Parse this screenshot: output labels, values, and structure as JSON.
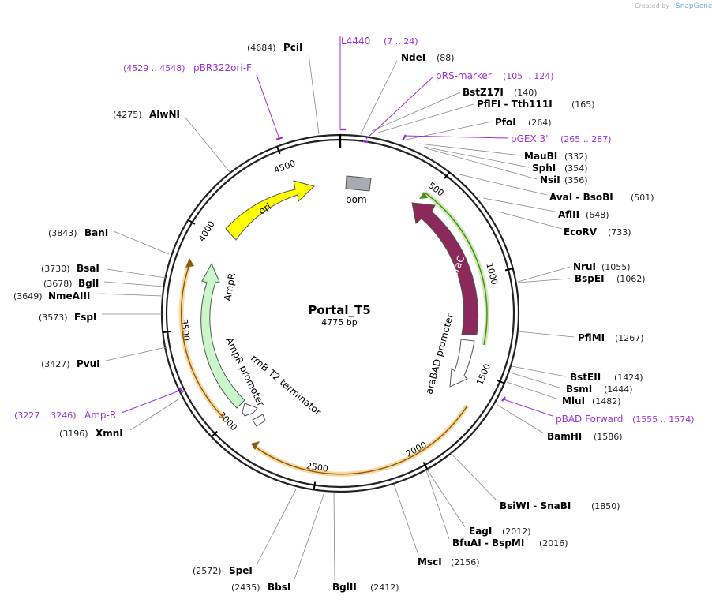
{
  "credit": {
    "text": "Created by",
    "brand": "SnapGene"
  },
  "plasmid": {
    "name": "Portal_T5",
    "length": 4775,
    "length_label": "4775 bp"
  },
  "ticks": [
    {
      "bp": 500,
      "label": "500"
    },
    {
      "bp": 1000,
      "label": "1000"
    },
    {
      "bp": 1500,
      "label": "1500"
    },
    {
      "bp": 2000,
      "label": "2000"
    },
    {
      "bp": 2500,
      "label": "2500"
    },
    {
      "bp": 3000,
      "label": "3000"
    },
    {
      "bp": 3500,
      "label": "3500"
    },
    {
      "bp": 4000,
      "label": "4000"
    },
    {
      "bp": 4500,
      "label": "4500"
    }
  ],
  "enzymes": [
    {
      "name": "PciI",
      "pos": "(4684)",
      "bp": 4684
    },
    {
      "name": "NdeI",
      "pos": "(88)",
      "bp": 88
    },
    {
      "name": "BstZ17I",
      "pos": "(140)",
      "bp": 140
    },
    {
      "name": "PflFI  -  Tth111I",
      "pos": "(165)",
      "bp": 165
    },
    {
      "name": "PfoI",
      "pos": "(264)",
      "bp": 264
    },
    {
      "name": "MauBI",
      "pos": "(332)",
      "bp": 332
    },
    {
      "name": "SphI",
      "pos": "(354)",
      "bp": 354
    },
    {
      "name": "NsiI",
      "pos": "(356)",
      "bp": 356
    },
    {
      "name": "AvaI  -  BsoBI",
      "pos": "(501)",
      "bp": 501
    },
    {
      "name": "AflII",
      "pos": "(648)",
      "bp": 648
    },
    {
      "name": "EcoRV",
      "pos": "(733)",
      "bp": 733
    },
    {
      "name": "NruI",
      "pos": "(1055)",
      "bp": 1055
    },
    {
      "name": "BspEI",
      "pos": "(1062)",
      "bp": 1062
    },
    {
      "name": "PflMI",
      "pos": "(1267)",
      "bp": 1267
    },
    {
      "name": "BstEII",
      "pos": "(1424)",
      "bp": 1424
    },
    {
      "name": "BsmI",
      "pos": "(1444)",
      "bp": 1444
    },
    {
      "name": "MluI",
      "pos": "(1482)",
      "bp": 1482
    },
    {
      "name": "BamHI",
      "pos": "(1586)",
      "bp": 1586
    },
    {
      "name": "BsiWI  -  SnaBI",
      "pos": "(1850)",
      "bp": 1850
    },
    {
      "name": "EagI",
      "pos": "(2012)",
      "bp": 2012
    },
    {
      "name": "BfuAI  -  BspMI",
      "pos": "(2016)",
      "bp": 2016
    },
    {
      "name": "MscI",
      "pos": "(2156)",
      "bp": 2156
    },
    {
      "name": "BglII",
      "pos": "(2412)",
      "bp": 2412
    },
    {
      "name": "BbsI",
      "pos": "(2435)",
      "bp": 2435
    },
    {
      "name": "SpeI",
      "pos": "(2572)",
      "bp": 2572
    },
    {
      "name": "XmnI",
      "pos": "(3196)",
      "bp": 3196
    },
    {
      "name": "PvuI",
      "pos": "(3427)",
      "bp": 3427
    },
    {
      "name": "FspI",
      "pos": "(3573)",
      "bp": 3573
    },
    {
      "name": "NmeAIII",
      "pos": "(3649)",
      "bp": 3649
    },
    {
      "name": "BglI",
      "pos": "(3678)",
      "bp": 3678
    },
    {
      "name": "BsaI",
      "pos": "(3730)",
      "bp": 3730
    },
    {
      "name": "BanI",
      "pos": "(3843)",
      "bp": 3843
    },
    {
      "name": "AlwNI",
      "pos": "(4275)",
      "bp": 4275
    }
  ],
  "primers": [
    {
      "name": "L4440",
      "range": "(7 .. 24)",
      "start": 7,
      "end": 24
    },
    {
      "name": "pRS-marker",
      "range": "(105 .. 124)",
      "start": 105,
      "end": 124
    },
    {
      "name": "pGEX 3'",
      "range": "(265 .. 287)",
      "start": 265,
      "end": 287
    },
    {
      "name": "pBAD Forward",
      "range": "(1555 .. 1574)",
      "start": 1555,
      "end": 1574
    },
    {
      "name": "Amp-R",
      "range": "(3227 .. 3246)",
      "start": 3227,
      "end": 3246
    },
    {
      "name": "pBR322ori-F",
      "range": "(4529 .. 4548)",
      "start": 4529,
      "end": 4548
    }
  ],
  "features": [
    {
      "name": "bom",
      "color": "#a9abb0",
      "type": "box"
    },
    {
      "name": "ori",
      "color": "#ffff00",
      "type": "arrow"
    },
    {
      "name": "araC",
      "color": "#8b2a5a",
      "type": "arrow"
    },
    {
      "name": "araBAD promoter",
      "color": "#ffffff",
      "type": "arrow"
    },
    {
      "name": "AmpR",
      "color": "#c9f7c9",
      "type": "arrow"
    },
    {
      "name": "AmpR promoter",
      "color": "#ffffff",
      "type": "arrow"
    },
    {
      "name": "rrnB T2 terminator",
      "color": "#ffffff",
      "type": "arrow"
    }
  ],
  "colors": {
    "backbone": "#222222",
    "primer": "#9b30d9",
    "orf_green": "#6cbf2a",
    "orf_orange": "#f5a623",
    "label_line": "#888888"
  }
}
